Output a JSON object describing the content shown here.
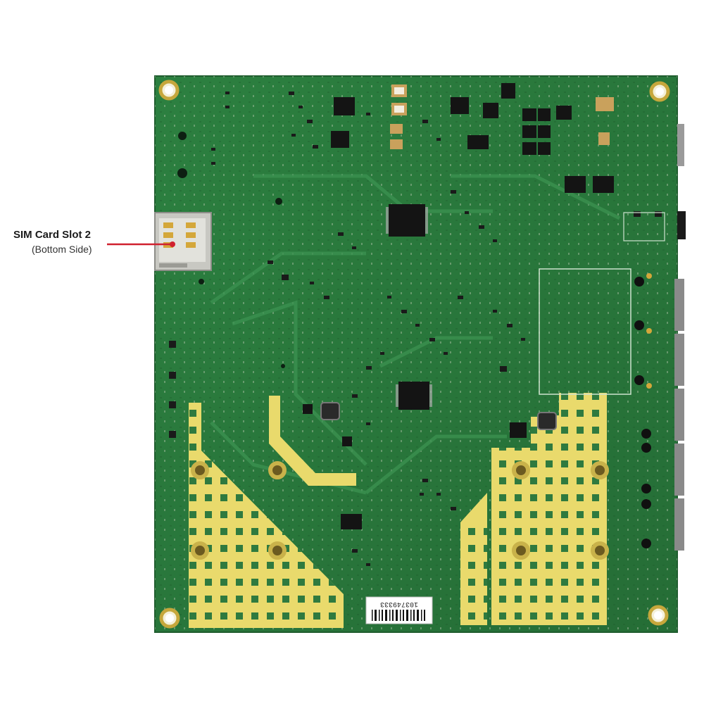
{
  "callout": {
    "title": "SIM Card Slot 2",
    "subtitle": "(Bottom Side)",
    "line_color": "#d0212f"
  },
  "board": {
    "pcb_color": "#2a7a3c",
    "copper_color": "#e8d86a",
    "barcode_number": "103749333"
  }
}
